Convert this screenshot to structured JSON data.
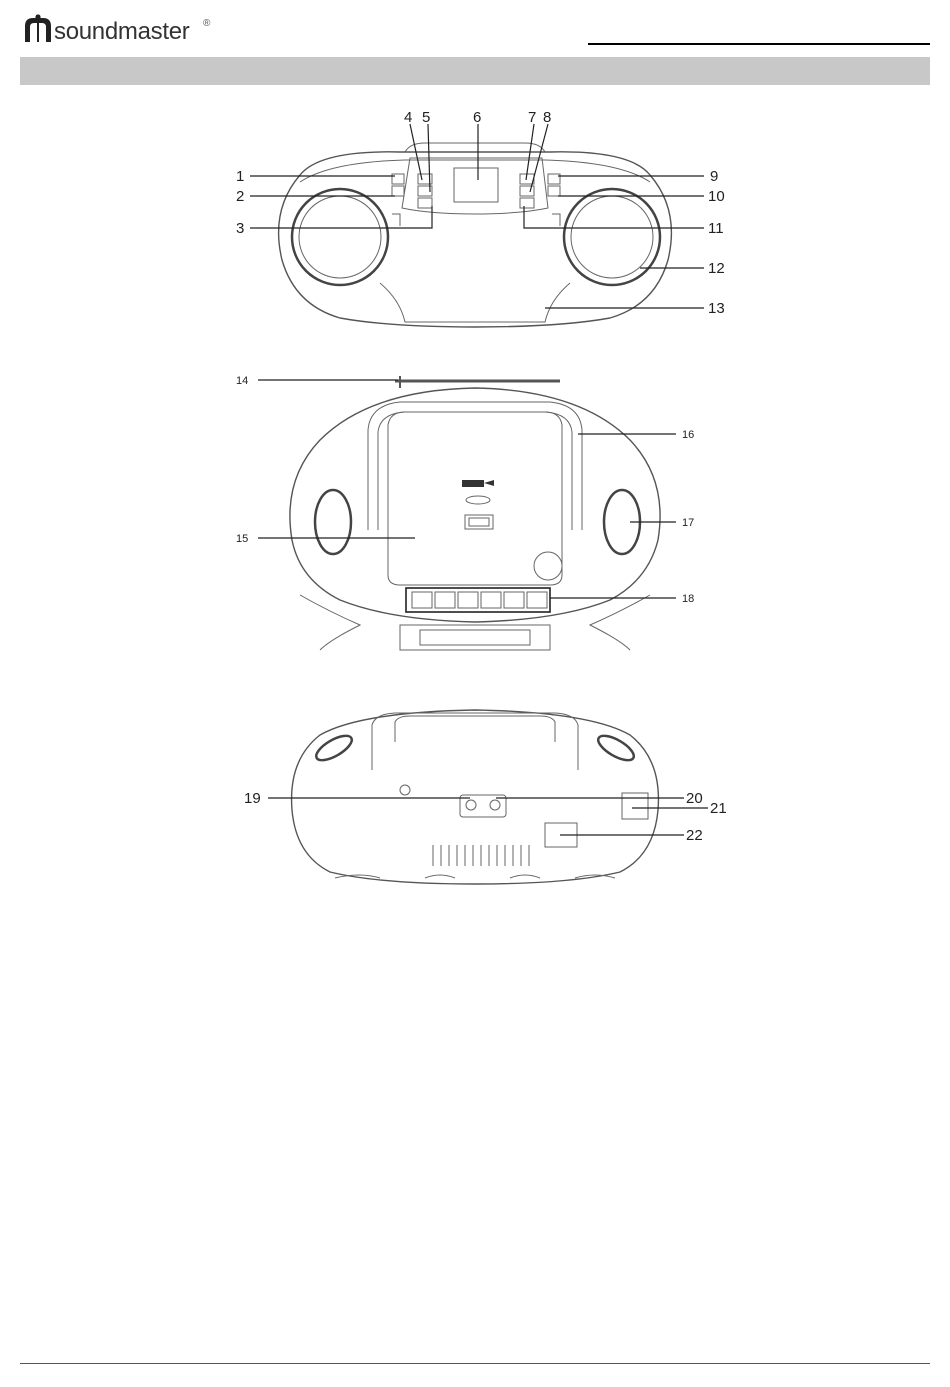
{
  "header": {
    "brand": "soundmaster",
    "brand_mark": "®",
    "logo_icon": "soundmaster-logo-icon"
  },
  "figures": {
    "front_view": {
      "callouts": [
        "1",
        "2",
        "3",
        "4",
        "5",
        "6",
        "7",
        "8",
        "9",
        "10",
        "11",
        "12",
        "13"
      ]
    },
    "top_view": {
      "callouts": [
        "14",
        "15",
        "16",
        "17",
        "18"
      ]
    },
    "rear_view": {
      "callouts": [
        "19",
        "20",
        "21",
        "22"
      ]
    }
  }
}
